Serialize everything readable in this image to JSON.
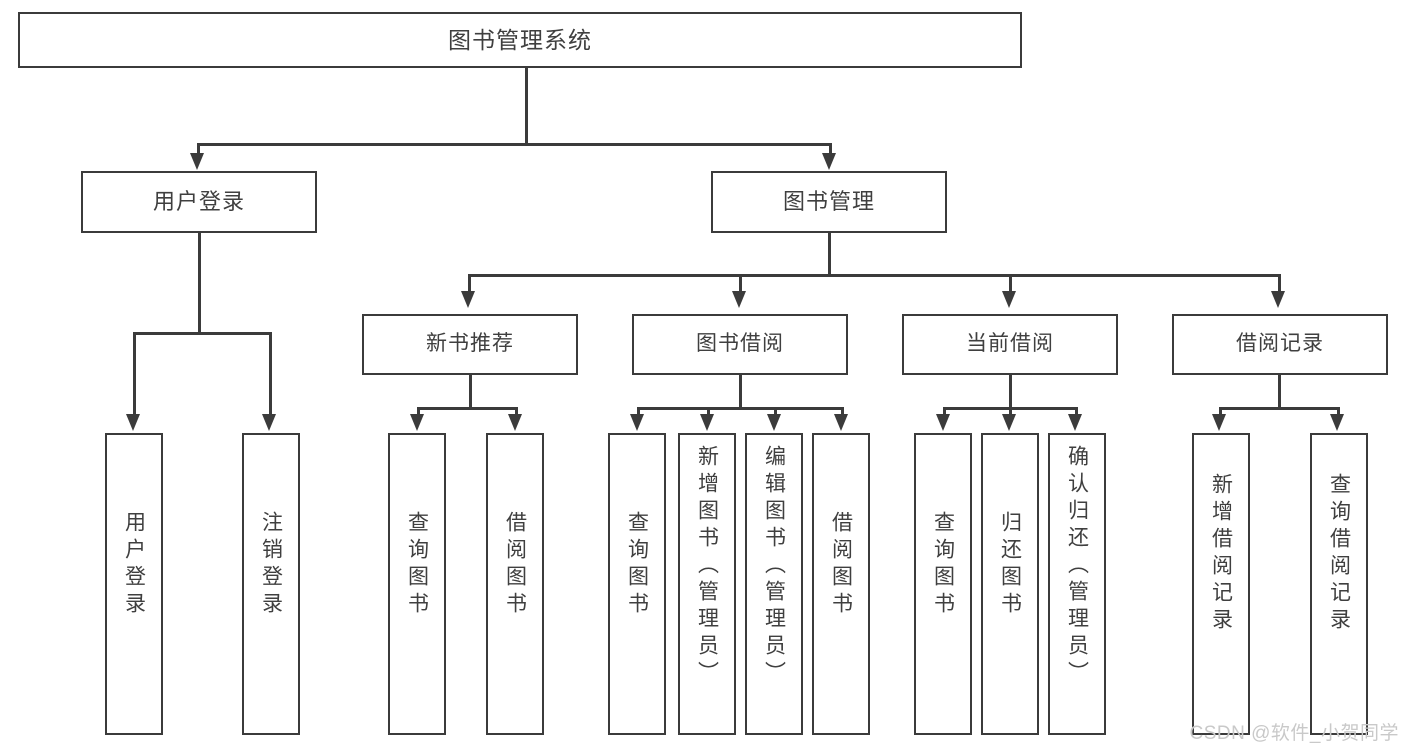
{
  "diagram": {
    "type": "tree-hierarchy",
    "title": "图书管理系统",
    "root": {
      "id": "root",
      "label": "图书管理系统"
    },
    "level2": [
      {
        "id": "user-login",
        "label": "用户登录"
      },
      {
        "id": "book-manage",
        "label": "图书管理"
      }
    ],
    "level3": [
      {
        "id": "new-book-recommend",
        "label": "新书推荐",
        "parent": "book-manage"
      },
      {
        "id": "book-borrow",
        "label": "图书借阅",
        "parent": "book-manage"
      },
      {
        "id": "current-borrow",
        "label": "当前借阅",
        "parent": "book-manage"
      },
      {
        "id": "borrow-record",
        "label": "借阅记录",
        "parent": "book-manage"
      }
    ],
    "leaves": [
      {
        "id": "leaf-user-login",
        "label": "用户登录",
        "parent": "user-login"
      },
      {
        "id": "leaf-user-logout",
        "label": "注销登录",
        "parent": "user-login"
      },
      {
        "id": "leaf-query-book-1",
        "label": "查询图书",
        "parent": "new-book-recommend"
      },
      {
        "id": "leaf-borrow-book-1",
        "label": "借阅图书",
        "parent": "new-book-recommend"
      },
      {
        "id": "leaf-query-book-2",
        "label": "查询图书",
        "parent": "book-borrow"
      },
      {
        "id": "leaf-add-book",
        "label": "新增图书（管理员）",
        "parent": "book-borrow"
      },
      {
        "id": "leaf-edit-book",
        "label": "编辑图书（管理员）",
        "parent": "book-borrow"
      },
      {
        "id": "leaf-borrow-book-2",
        "label": "借阅图书",
        "parent": "book-borrow"
      },
      {
        "id": "leaf-query-book-3",
        "label": "查询图书",
        "parent": "current-borrow"
      },
      {
        "id": "leaf-return-book",
        "label": "归还图书",
        "parent": "current-borrow"
      },
      {
        "id": "leaf-confirm-return",
        "label": "确认归还（管理员）",
        "parent": "current-borrow"
      },
      {
        "id": "leaf-add-record",
        "label": "新增借阅记录",
        "parent": "borrow-record"
      },
      {
        "id": "leaf-query-record",
        "label": "查询借阅记录",
        "parent": "borrow-record"
      }
    ],
    "colors": {
      "stroke": "#3b3b3b",
      "fill": "#ffffff",
      "text": "#3f3f3f",
      "watermark": "#c9c9c9"
    }
  },
  "watermark": {
    "text": "CSDN @软件_小贺同学"
  }
}
